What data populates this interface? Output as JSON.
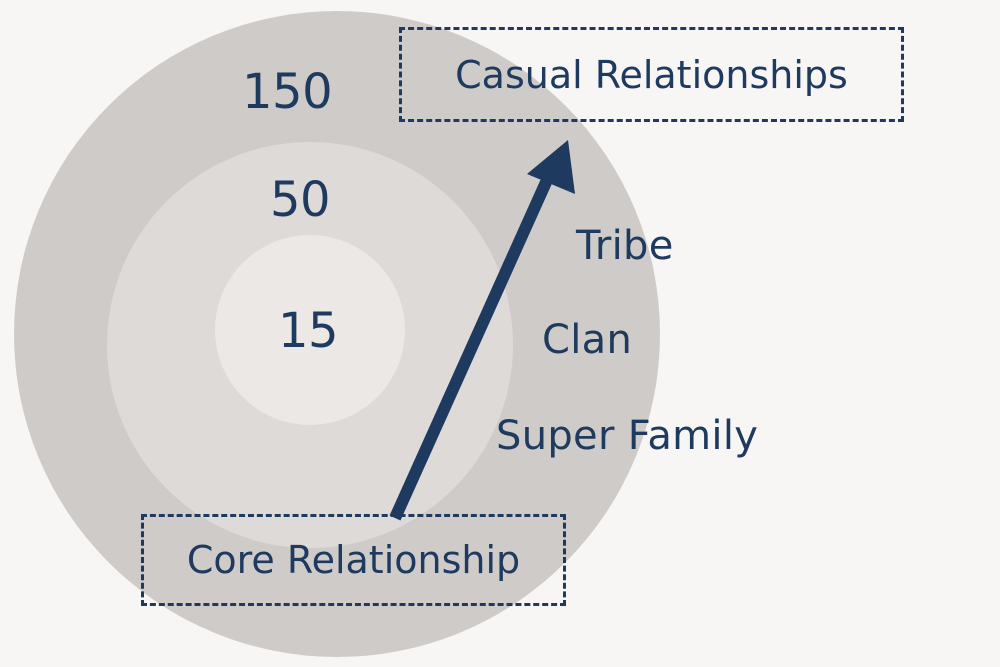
{
  "diagram": {
    "rings": [
      {
        "label": "150",
        "name": "outer",
        "fill": "#cfcbc8"
      },
      {
        "label": "50",
        "name": "middle",
        "fill": "#dedad7"
      },
      {
        "label": "15",
        "name": "inner",
        "fill": "#ebe8e5"
      }
    ],
    "side_labels": {
      "tribe": "Tribe",
      "clan": "Clan",
      "super_family": "Super Family"
    },
    "boxes": {
      "casual": "Casual Relationships",
      "core": "Core Relationship"
    },
    "colors": {
      "background": "#f7f6f4",
      "accent": "#1e3a5f"
    }
  }
}
